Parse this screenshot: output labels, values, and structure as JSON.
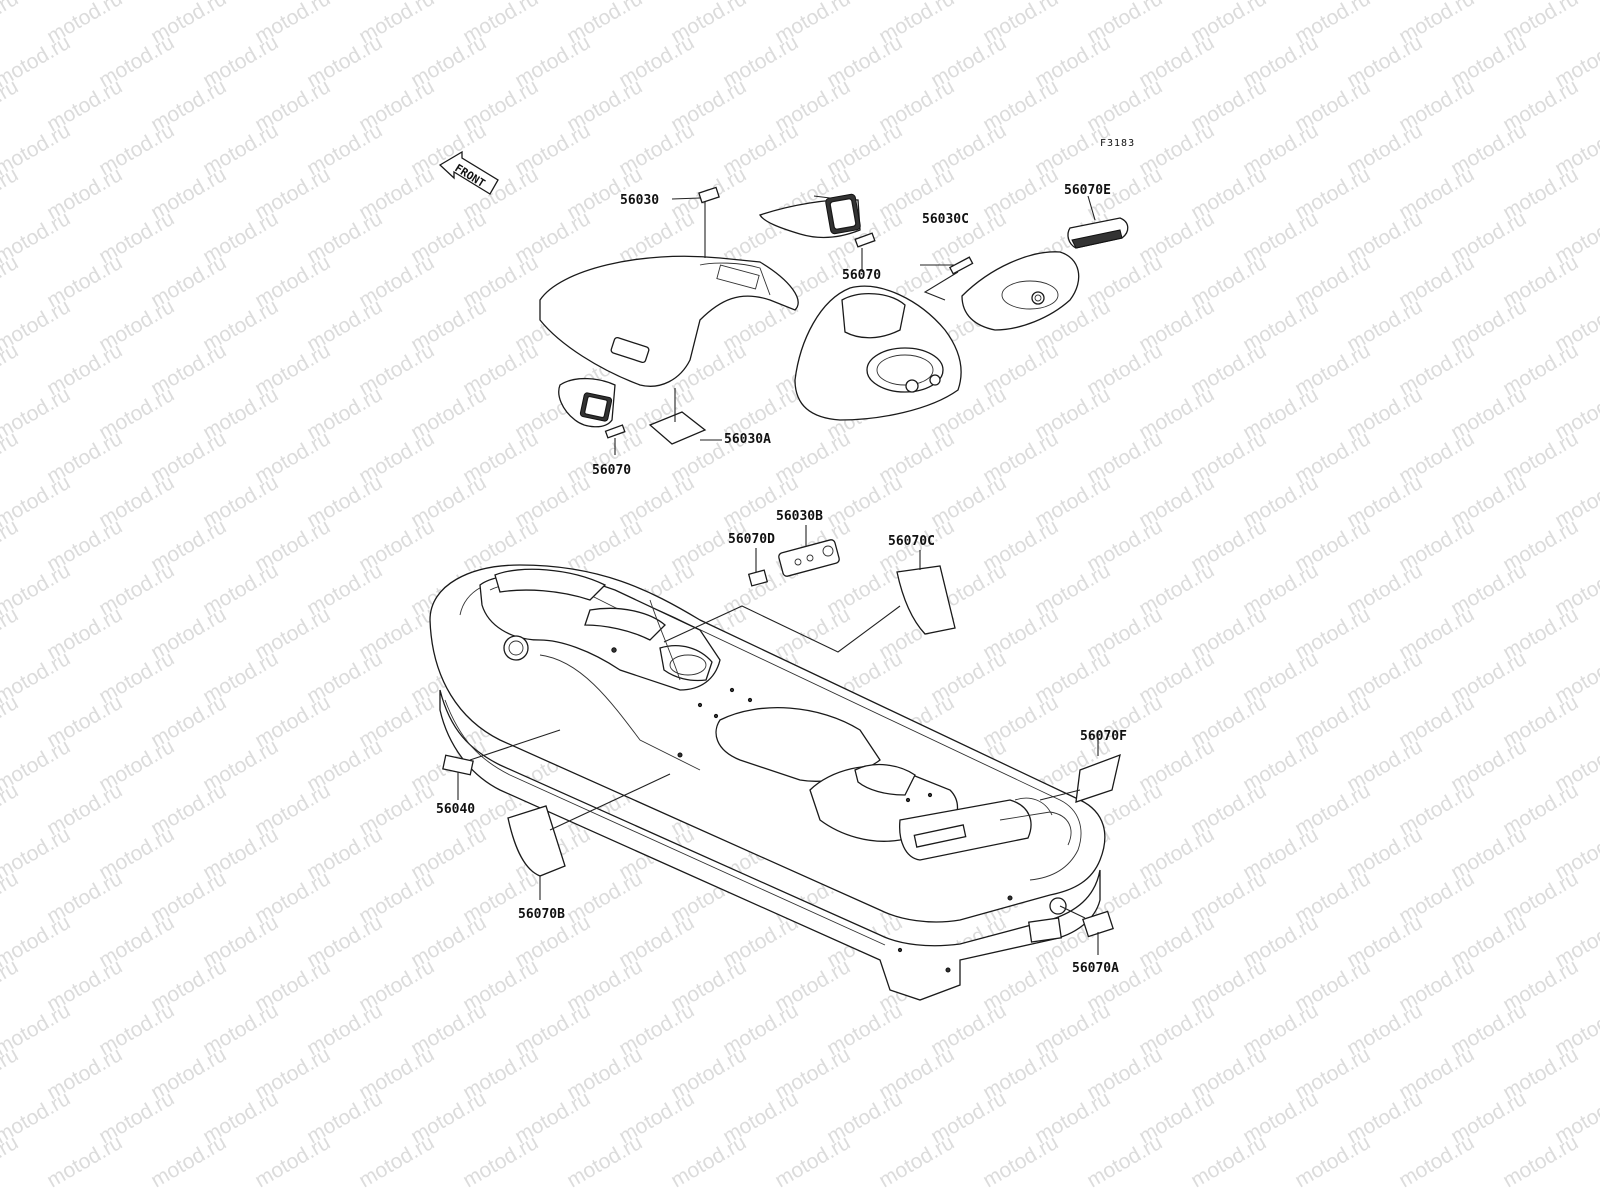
{
  "diagram": {
    "code": "F3183",
    "front_label": "FRONT",
    "watermark": "motod.ru",
    "parts": {
      "p56030": "56030",
      "p56030A": "56030A",
      "p56030B": "56030B",
      "p56030C": "56030C",
      "p56040": "56040",
      "p56070_left": "56070",
      "p56070_top": "56070",
      "p56070A": "56070A",
      "p56070B": "56070B",
      "p56070C": "56070C",
      "p56070D": "56070D",
      "p56070E": "56070E",
      "p56070F": "56070F"
    }
  }
}
